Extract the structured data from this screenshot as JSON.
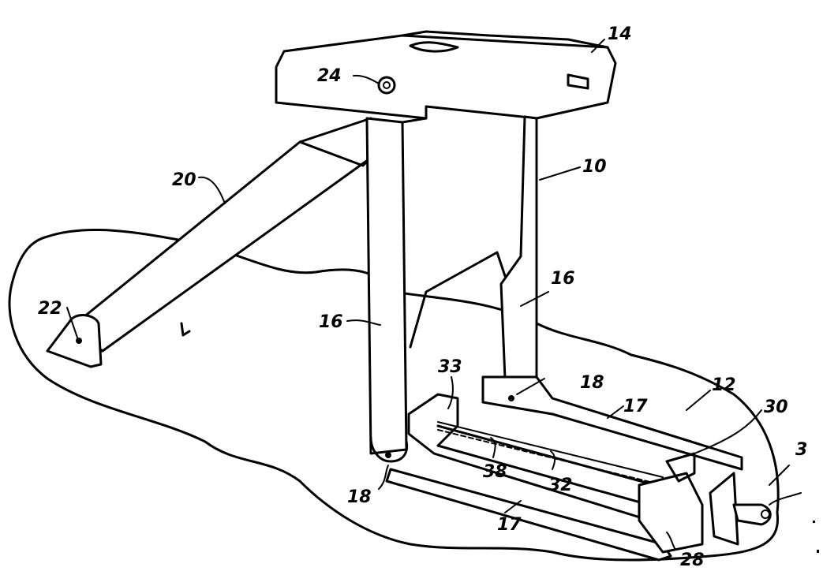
{
  "figure": {
    "labels": {
      "l14": "14",
      "l24": "24",
      "l10": "10",
      "l20": "20",
      "l22": "22",
      "l16a": "16",
      "l16b": "16",
      "l18a": "18",
      "l18b": "18",
      "l12": "12",
      "l17a": "17",
      "l17b": "17",
      "l33": "33",
      "l30": "30",
      "l3": "3",
      "l38": "38",
      "l32": "32",
      "l28": "28"
    }
  }
}
